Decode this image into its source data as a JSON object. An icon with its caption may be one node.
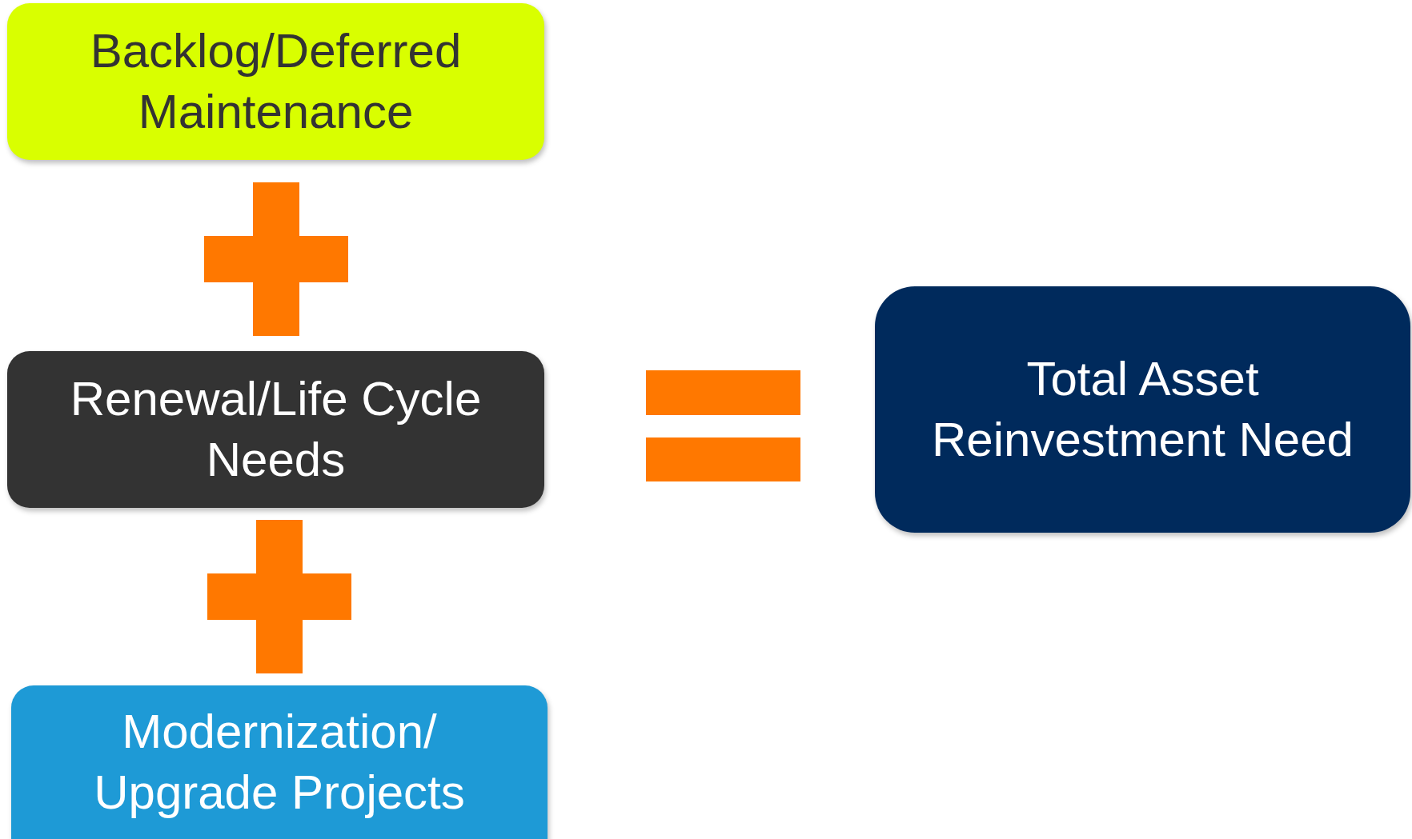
{
  "diagram": {
    "nodes": [
      {
        "text": [
          "Backlog/Deferred Maintenance"
        ]
      },
      {
        "text": [
          "Renewal/Life Cycle Needs"
        ]
      },
      {
        "text": [
          "Modernization/ Upgrade Projects"
        ]
      },
      {
        "text": [
          "Total Asset Reinvestment Need"
        ]
      }
    ]
  }
}
